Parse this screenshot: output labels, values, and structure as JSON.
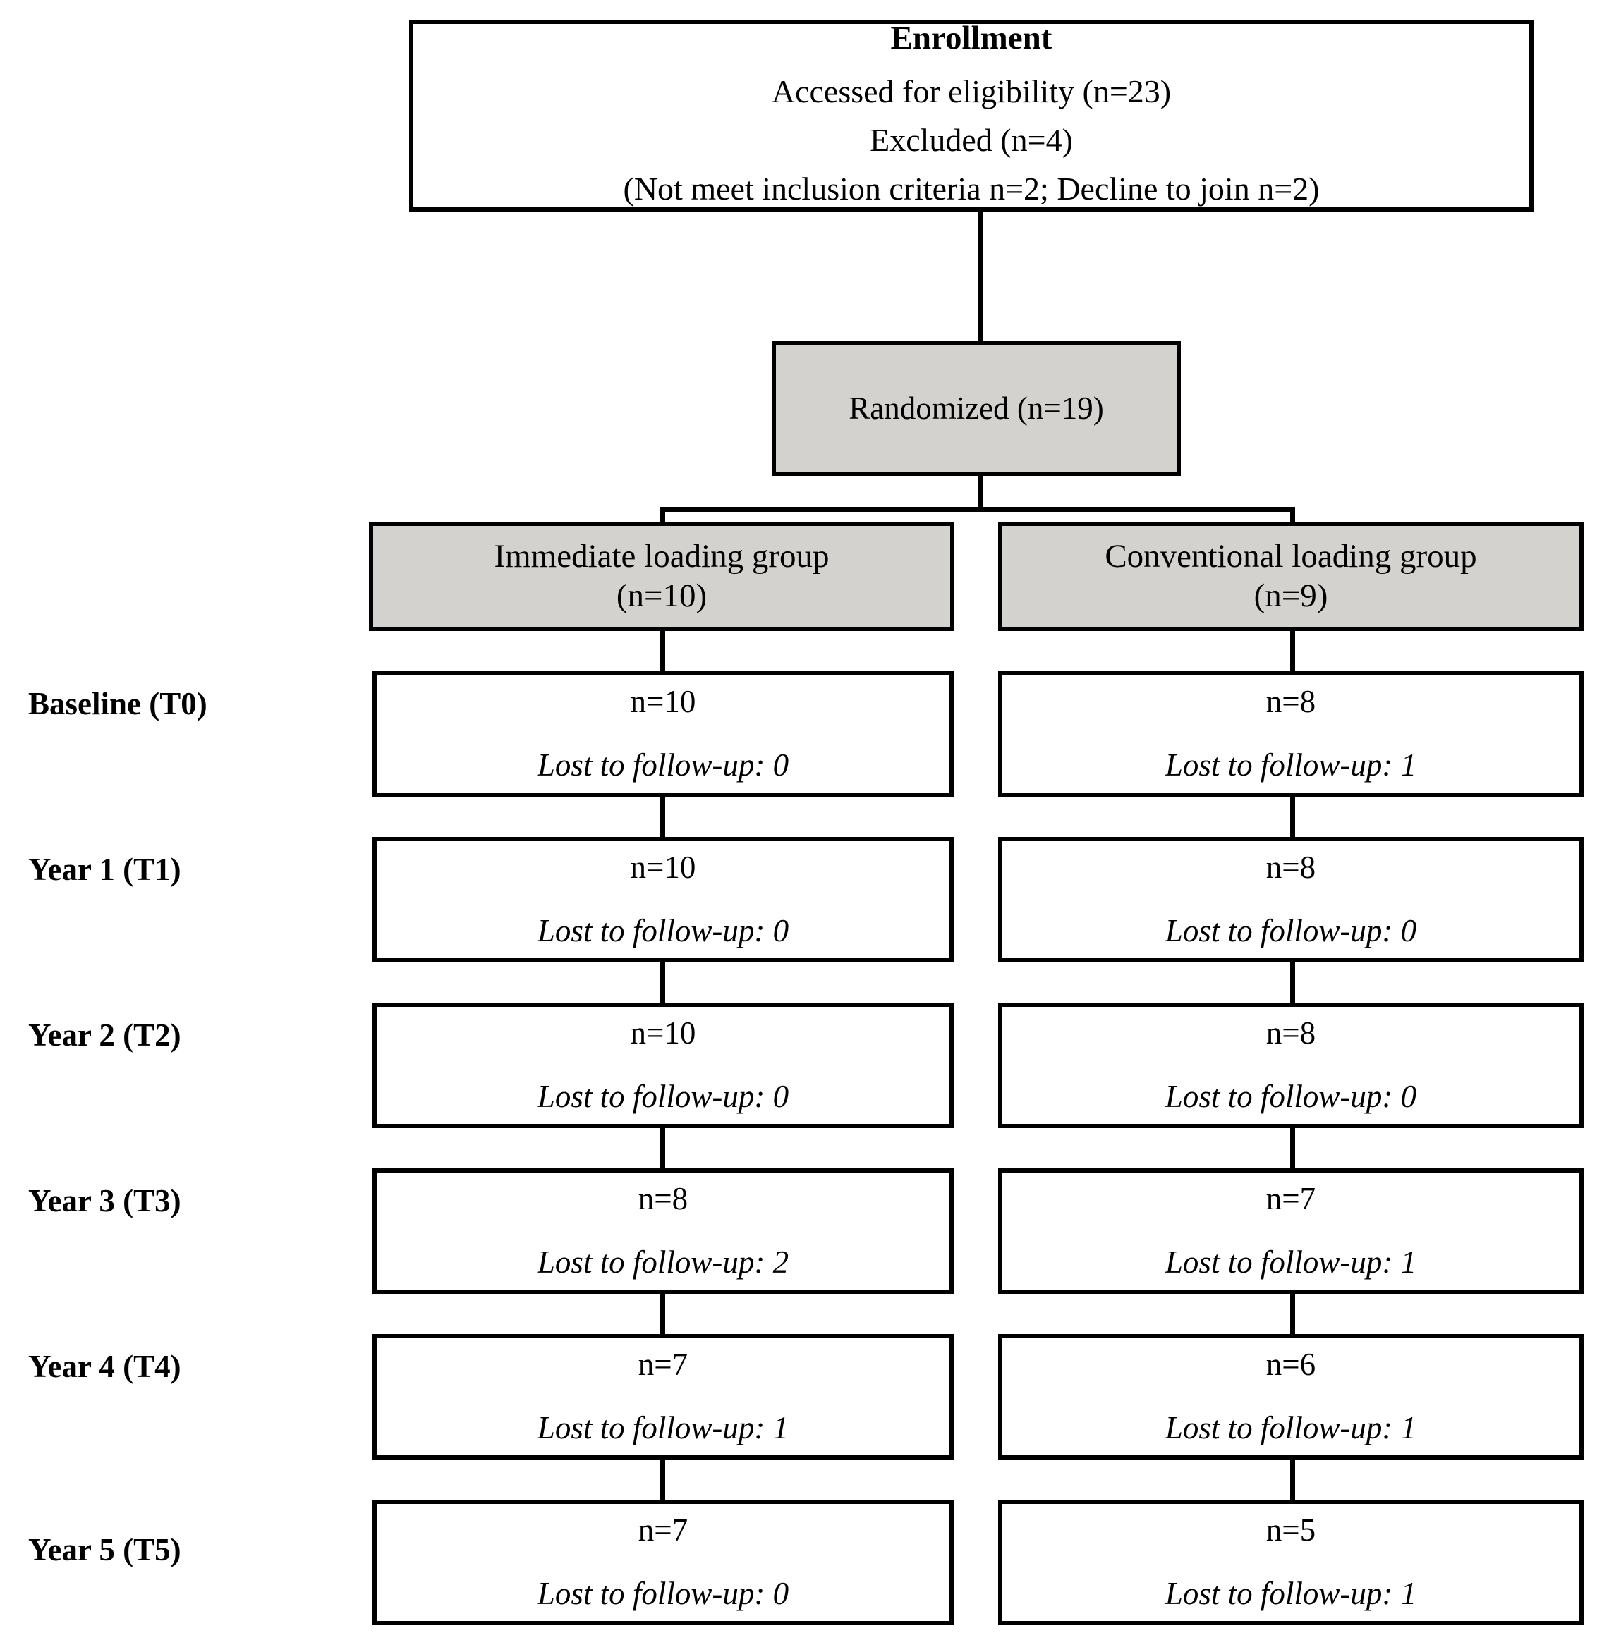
{
  "diagram": {
    "type": "consort-flow-diagram",
    "colors": {
      "box_fill_white": "#ffffff",
      "box_fill_grey": "#d4d2cf",
      "border": "#000000",
      "text": "#000000",
      "background": "#ffffff"
    }
  },
  "enrollment": {
    "title": "Enrollment",
    "line1": "Accessed for eligibility (n=23)",
    "line2": "Excluded (n=4)",
    "line3": "(Not meet inclusion criteria n=2; Decline to join n=2)"
  },
  "randomized": {
    "label": "Randomized (n=19)"
  },
  "groups": [
    {
      "name": "Immediate loading group",
      "count": "(n=10)"
    },
    {
      "name": "Conventional loading group",
      "count": "(n=9)"
    }
  ],
  "row_labels": [
    "Baseline (T0)",
    "Year 1 (T1)",
    "Year 2 (T2)",
    "Year 3 (T3)",
    "Year 4 (T4)",
    "Year 5 (T5)"
  ],
  "stages": [
    {
      "timepoint": "Baseline (T0)",
      "immediate": {
        "n": "n=10",
        "lost": "Lost to follow-up: 0"
      },
      "conventional": {
        "n": "n=8",
        "lost": "Lost to follow-up: 1"
      }
    },
    {
      "timepoint": "Year 1 (T1)",
      "immediate": {
        "n": "n=10",
        "lost": "Lost to follow-up: 0"
      },
      "conventional": {
        "n": "n=8",
        "lost": "Lost to follow-up: 0"
      }
    },
    {
      "timepoint": "Year 2 (T2)",
      "immediate": {
        "n": "n=10",
        "lost": "Lost to follow-up: 0"
      },
      "conventional": {
        "n": "n=8",
        "lost": "Lost to follow-up: 0"
      }
    },
    {
      "timepoint": "Year 3 (T3)",
      "immediate": {
        "n": "n=8",
        "lost": "Lost to follow-up: 2"
      },
      "conventional": {
        "n": "n=7",
        "lost": "Lost to follow-up: 1"
      }
    },
    {
      "timepoint": "Year 4 (T4)",
      "immediate": {
        "n": "n=7",
        "lost": "Lost to follow-up: 1"
      },
      "conventional": {
        "n": "n=6",
        "lost": "Lost to follow-up: 1"
      }
    },
    {
      "timepoint": "Year 5 (T5)",
      "immediate": {
        "n": "n=7",
        "lost": "Lost to follow-up: 0"
      },
      "conventional": {
        "n": "n=5",
        "lost": "Lost to follow-up: 1"
      }
    }
  ]
}
